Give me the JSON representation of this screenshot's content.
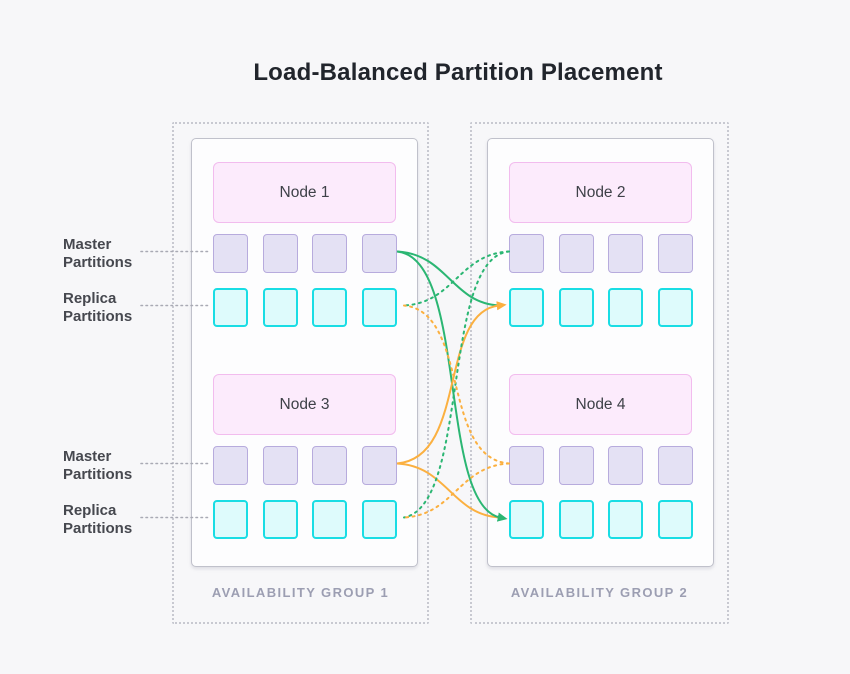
{
  "title": "Load-Balanced Partition Placement",
  "groups": [
    {
      "label": "AVAILABILITY GROUP 1",
      "nodes": [
        {
          "name": "Node 1"
        },
        {
          "name": "Node 3"
        }
      ]
    },
    {
      "label": "AVAILABILITY GROUP 2",
      "nodes": [
        {
          "name": "Node 2"
        },
        {
          "name": "Node 4"
        }
      ]
    }
  ],
  "row_labels": [
    {
      "line1": "Master",
      "line2": "Partitions"
    },
    {
      "line1": "Replica",
      "line2": "Partitions"
    },
    {
      "line1": "Master",
      "line2": "Partitions"
    },
    {
      "line1": "Replica",
      "line2": "Partitions"
    }
  ],
  "partitions_per_row": 4,
  "colors": {
    "arrow_green": "#2bb673",
    "arrow_yellow": "#fbb040",
    "leader_gray": "#a9aab4",
    "master_fill": "#e4e1f4",
    "master_border": "#b7abdd",
    "replica_fill": "#defbfc",
    "replica_border": "#19dde4",
    "node_fill": "#fcebfc",
    "node_border": "#f2bcee",
    "group_border": "#c8c9d1",
    "group_label_text": "#9c9eb2",
    "title_text": "#21252c"
  }
}
